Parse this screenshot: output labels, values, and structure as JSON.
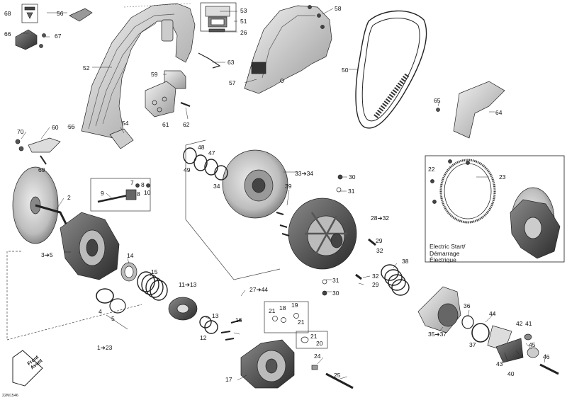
{
  "diagram_code": "22M1546",
  "electric_start_box": {
    "line1": "Electric Start/",
    "line2": "Démarrage",
    "line3": "Électrique"
  },
  "front_arrow": {
    "line1": "Front",
    "line2": "Avant"
  },
  "callouts": [
    {
      "id": "c68",
      "text": "68"
    },
    {
      "id": "c56",
      "text": "56"
    },
    {
      "id": "c53",
      "text": "53"
    },
    {
      "id": "c51",
      "text": "51"
    },
    {
      "id": "c26",
      "text": "26"
    },
    {
      "id": "c66",
      "text": "66"
    },
    {
      "id": "c67",
      "text": "67"
    },
    {
      "id": "c52",
      "text": "52"
    },
    {
      "id": "c59",
      "text": "59"
    },
    {
      "id": "c63",
      "text": "63"
    },
    {
      "id": "c58",
      "text": "58"
    },
    {
      "id": "c57",
      "text": "57"
    },
    {
      "id": "c50",
      "text": "50"
    },
    {
      "id": "c65",
      "text": "65"
    },
    {
      "id": "c64",
      "text": "64"
    },
    {
      "id": "c55",
      "text": "55"
    },
    {
      "id": "c54",
      "text": "54"
    },
    {
      "id": "c61",
      "text": "61"
    },
    {
      "id": "c62",
      "text": "62"
    },
    {
      "id": "c70",
      "text": "70"
    },
    {
      "id": "c60",
      "text": "60"
    },
    {
      "id": "c69",
      "text": "69"
    },
    {
      "id": "c48",
      "text": "48"
    },
    {
      "id": "c47",
      "text": "47"
    },
    {
      "id": "c49",
      "text": "49"
    },
    {
      "id": "c33",
      "text": "33➔34"
    },
    {
      "id": "c30a",
      "text": "30"
    },
    {
      "id": "c31a",
      "text": "31"
    },
    {
      "id": "c39",
      "text": "39"
    },
    {
      "id": "c22",
      "text": "22"
    },
    {
      "id": "c23",
      "text": "23"
    },
    {
      "id": "c2",
      "text": "2"
    },
    {
      "id": "c9",
      "text": "9"
    },
    {
      "id": "c7",
      "text": "7"
    },
    {
      "id": "c8a",
      "text": "8"
    },
    {
      "id": "c8b",
      "text": "8"
    },
    {
      "id": "c10",
      "text": "10"
    },
    {
      "id": "c34",
      "text": "34"
    },
    {
      "id": "c28",
      "text": "28➔32"
    },
    {
      "id": "c29a",
      "text": "29"
    },
    {
      "id": "c32a",
      "text": "32"
    },
    {
      "id": "c3",
      "text": "3➔5"
    },
    {
      "id": "c14",
      "text": "14"
    },
    {
      "id": "c15",
      "text": "15"
    },
    {
      "id": "c38",
      "text": "38"
    },
    {
      "id": "c32b",
      "text": "32"
    },
    {
      "id": "c29b",
      "text": "29"
    },
    {
      "id": "c31b",
      "text": "31"
    },
    {
      "id": "c30b",
      "text": "30"
    },
    {
      "id": "c11",
      "text": "11➔13"
    },
    {
      "id": "c27",
      "text": "27➔44"
    },
    {
      "id": "c4",
      "text": "4"
    },
    {
      "id": "c5",
      "text": "5"
    },
    {
      "id": "c21a",
      "text": "21"
    },
    {
      "id": "c18",
      "text": "18"
    },
    {
      "id": "c19",
      "text": "19"
    },
    {
      "id": "c21b",
      "text": "21"
    },
    {
      "id": "c13",
      "text": "13"
    },
    {
      "id": "c16",
      "text": "16"
    },
    {
      "id": "c12",
      "text": "12"
    },
    {
      "id": "c36",
      "text": "36"
    },
    {
      "id": "c44",
      "text": "44"
    },
    {
      "id": "c42",
      "text": "42"
    },
    {
      "id": "c41",
      "text": "41"
    },
    {
      "id": "c35",
      "text": "35➔37"
    },
    {
      "id": "c37",
      "text": "37"
    },
    {
      "id": "c43",
      "text": "43"
    },
    {
      "id": "c45",
      "text": "45"
    },
    {
      "id": "c1",
      "text": "1➔23"
    },
    {
      "id": "c21c",
      "text": "21"
    },
    {
      "id": "c20",
      "text": "20"
    },
    {
      "id": "c24",
      "text": "24"
    },
    {
      "id": "c46",
      "text": "46"
    },
    {
      "id": "c40",
      "text": "40"
    },
    {
      "id": "c25",
      "text": "25"
    },
    {
      "id": "c17",
      "text": "17"
    }
  ]
}
